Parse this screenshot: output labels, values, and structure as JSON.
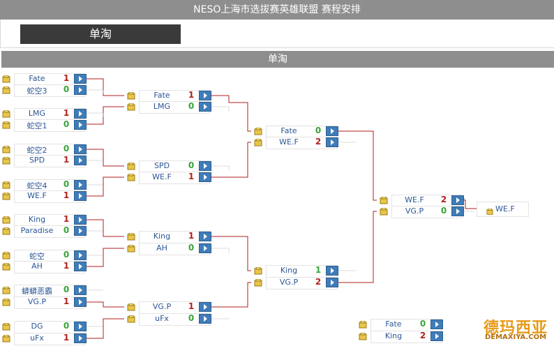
{
  "header": {
    "title": "NESO上海市选拔赛英雄联盟 赛程安排"
  },
  "tabs": [
    {
      "label": "单淘"
    }
  ],
  "section": {
    "title": "单淘"
  },
  "colors": {
    "win": "#b21e1e",
    "lose": "#3aa33a",
    "line": "#b21e1e",
    "name": "#2a5595",
    "bar": "#8e8e8e"
  },
  "bracket": {
    "round1": [
      {
        "team": "Fate",
        "score": "1",
        "result": "win"
      },
      {
        "team": "蛇空3",
        "score": "0",
        "result": "lose"
      },
      {
        "team": "LMG",
        "score": "1",
        "result": "win"
      },
      {
        "team": "蛇空1",
        "score": "0",
        "result": "lose"
      },
      {
        "team": "蛇空2",
        "score": "0",
        "result": "lose"
      },
      {
        "team": "SPD",
        "score": "1",
        "result": "win"
      },
      {
        "team": "蛇空4",
        "score": "0",
        "result": "lose"
      },
      {
        "team": "WE.F",
        "score": "1",
        "result": "win"
      },
      {
        "team": "King",
        "score": "1",
        "result": "win"
      },
      {
        "team": "Paradise",
        "score": "0",
        "result": "lose"
      },
      {
        "team": "蛇空",
        "score": "0",
        "result": "lose"
      },
      {
        "team": "AH",
        "score": "1",
        "result": "win"
      },
      {
        "team": "蟒蟒恶霸",
        "score": "0",
        "result": "lose"
      },
      {
        "team": "VG.P",
        "score": "1",
        "result": "win"
      },
      {
        "team": "DG",
        "score": "0",
        "result": "lose"
      },
      {
        "team": "uFx",
        "score": "1",
        "result": "win"
      }
    ],
    "round2": [
      {
        "team": "Fate",
        "score": "1",
        "result": "win"
      },
      {
        "team": "LMG",
        "score": "0",
        "result": "lose"
      },
      {
        "team": "SPD",
        "score": "0",
        "result": "lose"
      },
      {
        "team": "WE.F",
        "score": "1",
        "result": "win"
      },
      {
        "team": "King",
        "score": "1",
        "result": "win"
      },
      {
        "team": "AH",
        "score": "0",
        "result": "lose"
      },
      {
        "team": "VG.P",
        "score": "1",
        "result": "win"
      },
      {
        "team": "uFx",
        "score": "0",
        "result": "lose"
      }
    ],
    "semifinal": [
      {
        "team": "Fate",
        "score": "0",
        "result": "lose"
      },
      {
        "team": "WE.F",
        "score": "2",
        "result": "win"
      },
      {
        "team": "King",
        "score": "1",
        "result": "lose"
      },
      {
        "team": "VG.P",
        "score": "2",
        "result": "win"
      }
    ],
    "final": [
      {
        "team": "WE.F",
        "score": "2",
        "result": "win"
      },
      {
        "team": "VG.P",
        "score": "0",
        "result": "lose"
      }
    ],
    "champion": {
      "team": "WE.F"
    },
    "third_place": [
      {
        "team": "Fate",
        "score": "0",
        "result": "lose"
      },
      {
        "team": "King",
        "score": "2",
        "result": "win"
      }
    ],
    "dash": "-"
  },
  "watermark": {
    "cn": "德玛西亚",
    "en": "DEMAXIYA.COM"
  }
}
